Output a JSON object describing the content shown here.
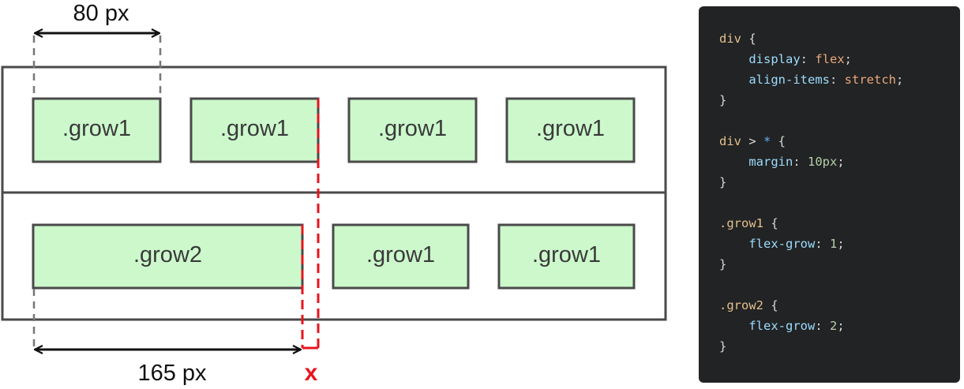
{
  "diagram": {
    "row1_boxes": [
      ".grow1",
      ".grow1",
      ".grow1",
      ".grow1"
    ],
    "row2_boxes": [
      ".grow2",
      ".grow1",
      ".grow1"
    ],
    "top_dimension": "80 px",
    "bottom_dimension": "165 px",
    "mismatch_mark": "x",
    "colors": {
      "box_fill": "#ccf8cc",
      "box_border": "#4a4a4a",
      "container_border": "#4a4a4a",
      "guide_red": "#e8141c",
      "guide_gray": "#777777"
    }
  },
  "code": {
    "lines": [
      [
        {
          "t": "div",
          "c": "sel"
        },
        {
          "t": " {",
          "c": "punct"
        }
      ],
      [
        {
          "t": "    display",
          "c": "prop"
        },
        {
          "t": ": ",
          "c": "punct"
        },
        {
          "t": "flex",
          "c": "val"
        },
        {
          "t": ";",
          "c": "punct"
        }
      ],
      [
        {
          "t": "    align-items",
          "c": "prop"
        },
        {
          "t": ": ",
          "c": "punct"
        },
        {
          "t": "stretch",
          "c": "val"
        },
        {
          "t": ";",
          "c": "punct"
        }
      ],
      [
        {
          "t": "}",
          "c": "punct"
        }
      ],
      [],
      [
        {
          "t": "div",
          "c": "sel"
        },
        {
          "t": " > ",
          "c": "punct"
        },
        {
          "t": "*",
          "c": "op"
        },
        {
          "t": " {",
          "c": "punct"
        }
      ],
      [
        {
          "t": "    margin",
          "c": "prop"
        },
        {
          "t": ": ",
          "c": "punct"
        },
        {
          "t": "10px",
          "c": "num"
        },
        {
          "t": ";",
          "c": "punct"
        }
      ],
      [
        {
          "t": "}",
          "c": "punct"
        }
      ],
      [],
      [
        {
          "t": ".grow1",
          "c": "sel"
        },
        {
          "t": " {",
          "c": "punct"
        }
      ],
      [
        {
          "t": "    flex-grow",
          "c": "prop"
        },
        {
          "t": ": ",
          "c": "punct"
        },
        {
          "t": "1",
          "c": "num"
        },
        {
          "t": ";",
          "c": "punct"
        }
      ],
      [
        {
          "t": "}",
          "c": "punct"
        }
      ],
      [],
      [
        {
          "t": ".grow2",
          "c": "sel"
        },
        {
          "t": " {",
          "c": "punct"
        }
      ],
      [
        {
          "t": "    flex-grow",
          "c": "prop"
        },
        {
          "t": ": ",
          "c": "punct"
        },
        {
          "t": "2",
          "c": "num"
        },
        {
          "t": ";",
          "c": "punct"
        }
      ],
      [
        {
          "t": "}",
          "c": "punct"
        }
      ]
    ]
  }
}
